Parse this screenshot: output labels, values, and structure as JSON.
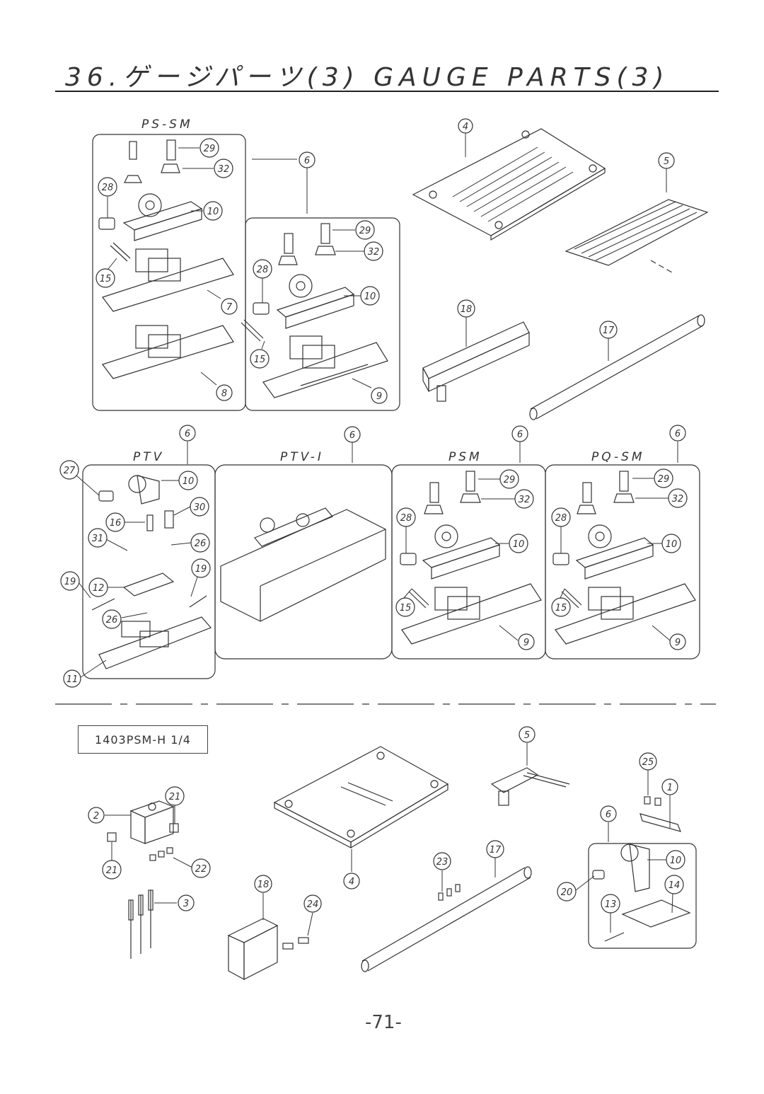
{
  "header": {
    "title": "36.ゲージパーツ(3)  GAUGE PARTS(3)"
  },
  "groups": {
    "ps_sm": "PS-SM",
    "ptv": "PTV",
    "ptv_i": "PTV-I",
    "psm": "PSM",
    "pq_sm": "PQ-SM"
  },
  "model_label": "1403PSM-H 1/4",
  "page_number": "-71-",
  "callouts": [
    {
      "id": "4a",
      "number": "4"
    },
    {
      "id": "5a",
      "number": "5"
    },
    {
      "id": "6a",
      "number": "6"
    },
    {
      "id": "29a",
      "number": "29"
    },
    {
      "id": "32a",
      "number": "32"
    },
    {
      "id": "28a",
      "number": "28"
    },
    {
      "id": "10a",
      "number": "10"
    },
    {
      "id": "15a",
      "number": "15"
    },
    {
      "id": "7a",
      "number": "7"
    },
    {
      "id": "8a",
      "number": "8"
    },
    {
      "id": "29b",
      "number": "29"
    },
    {
      "id": "32b",
      "number": "32"
    },
    {
      "id": "28b",
      "number": "28"
    },
    {
      "id": "10b",
      "number": "10"
    },
    {
      "id": "15b",
      "number": "15"
    },
    {
      "id": "9a",
      "number": "9"
    },
    {
      "id": "18a",
      "number": "18"
    },
    {
      "id": "17a",
      "number": "17"
    },
    {
      "id": "6b",
      "number": "6"
    },
    {
      "id": "6c",
      "number": "6"
    },
    {
      "id": "6d",
      "number": "6"
    },
    {
      "id": "6e",
      "number": "6"
    },
    {
      "id": "27a",
      "number": "27"
    },
    {
      "id": "10c",
      "number": "10"
    },
    {
      "id": "30a",
      "number": "30"
    },
    {
      "id": "16a",
      "number": "16"
    },
    {
      "id": "31a",
      "number": "31"
    },
    {
      "id": "26a",
      "number": "26"
    },
    {
      "id": "12a",
      "number": "12"
    },
    {
      "id": "19a",
      "number": "19"
    },
    {
      "id": "19b",
      "number": "19"
    },
    {
      "id": "26b",
      "number": "26"
    },
    {
      "id": "11a",
      "number": "11"
    },
    {
      "id": "29c",
      "number": "29"
    },
    {
      "id": "32c",
      "number": "32"
    },
    {
      "id": "28c",
      "number": "28"
    },
    {
      "id": "10d",
      "number": "10"
    },
    {
      "id": "15c",
      "number": "15"
    },
    {
      "id": "9b",
      "number": "9"
    },
    {
      "id": "29d",
      "number": "29"
    },
    {
      "id": "32d",
      "number": "32"
    },
    {
      "id": "28d",
      "number": "28"
    },
    {
      "id": "10e",
      "number": "10"
    },
    {
      "id": "15d",
      "number": "15"
    },
    {
      "id": "9c",
      "number": "9"
    },
    {
      "id": "5b",
      "number": "5"
    },
    {
      "id": "25a",
      "number": "25"
    },
    {
      "id": "1a",
      "number": "1"
    },
    {
      "id": "6f",
      "number": "6"
    },
    {
      "id": "10f",
      "number": "10"
    },
    {
      "id": "14a",
      "number": "14"
    },
    {
      "id": "20a",
      "number": "20"
    },
    {
      "id": "13a",
      "number": "13"
    },
    {
      "id": "2a",
      "number": "2"
    },
    {
      "id": "21a",
      "number": "21"
    },
    {
      "id": "21b",
      "number": "21"
    },
    {
      "id": "22a",
      "number": "22"
    },
    {
      "id": "3a",
      "number": "3"
    },
    {
      "id": "4b",
      "number": "4"
    },
    {
      "id": "18b",
      "number": "18"
    },
    {
      "id": "24a",
      "number": "24"
    },
    {
      "id": "23a",
      "number": "23"
    },
    {
      "id": "17b",
      "number": "17"
    }
  ]
}
